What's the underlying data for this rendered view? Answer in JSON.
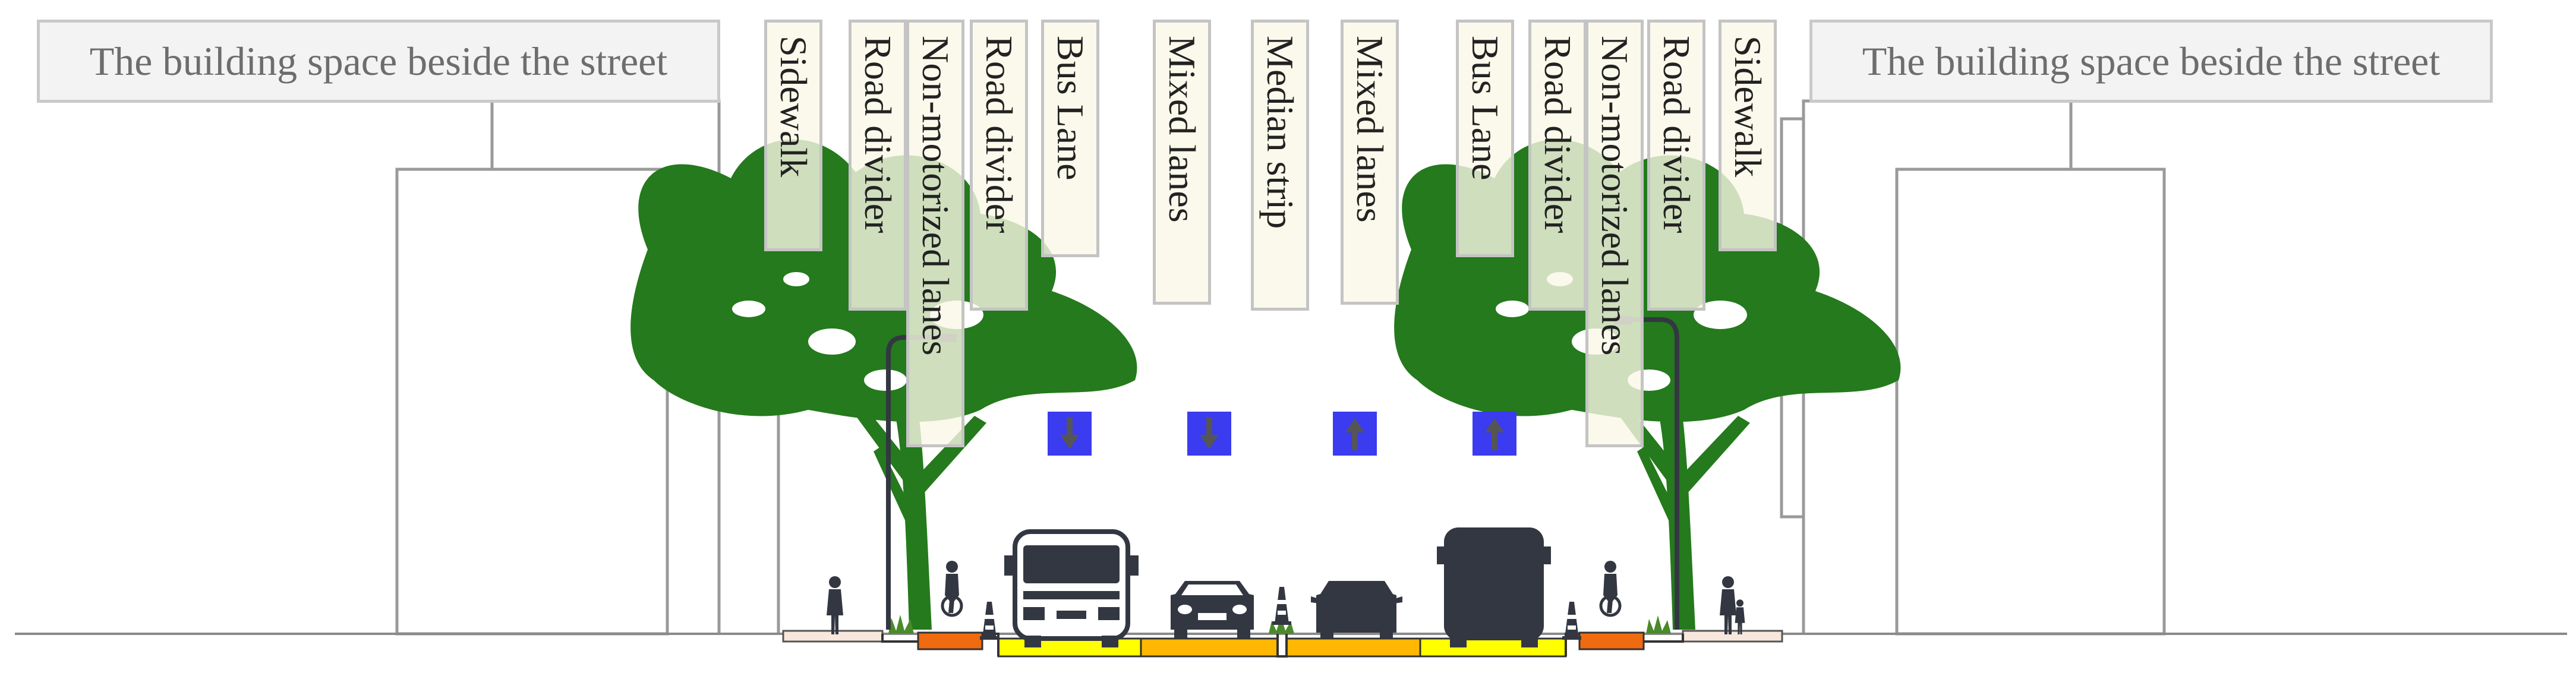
{
  "labels": {
    "building_left": "The building space beside the street",
    "building_right": "The building space beside the street",
    "zones": [
      "Sidewalk",
      "Road divider",
      "Non-motorized lanes",
      "Road divider",
      "Bus Lane",
      "Mixed lanes",
      "Median strip",
      "Mixed lanes",
      "Bus Lane",
      "Road divider",
      "Non-motorized lanes",
      "Road divider",
      "Sidewalk"
    ]
  },
  "lane_directions": [
    "down-arrow-icon",
    "down-arrow-icon",
    "up-arrow-icon",
    "up-arrow-icon"
  ],
  "colors": {
    "tree": "#247a1c",
    "vehicle": "#333741",
    "direction_box": "#3b3bf0",
    "sidewalk": "#f8e7dc",
    "bike_lane": "#f06a0f",
    "bus_lane": "#ffff00",
    "mixed_lane": "#ffb703",
    "building_outline": "#9a9a9a"
  }
}
